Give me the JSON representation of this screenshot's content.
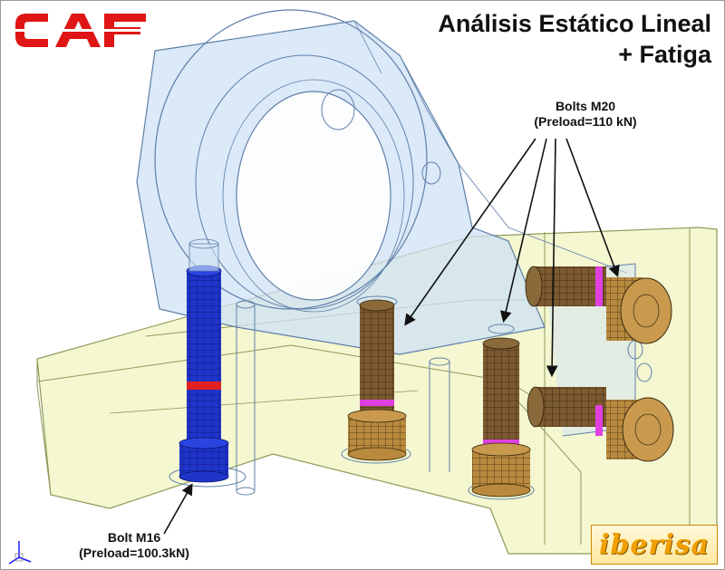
{
  "title": {
    "line1": "Análisis Estático Lineal",
    "line2": "+ Fatiga"
  },
  "labels": {
    "m20_line1": "Bolts M20",
    "m20_line2": "(Preload=110 kN)",
    "m16_line1": "Bolt M16",
    "m16_line2": "(Preload=100.3kN)"
  },
  "logos": {
    "left": "CAF",
    "right": "iberisa"
  },
  "colors": {
    "ring_body": "#cfe2f5",
    "ring_outline": "#5f7fa8",
    "base_body": "#f2f6c8",
    "base_outline": "#8f9a5a",
    "bolt_m16": "#1f34c9",
    "bolt_m20": "#7c5a2f",
    "bolt_head": "#b98a3e",
    "marker_red": "#e12020",
    "marker_magenta": "#e040e0",
    "caf_red": "#e01515",
    "iberisa_orange": "#f0a000"
  },
  "icons": [
    "axis-triad-icon"
  ]
}
